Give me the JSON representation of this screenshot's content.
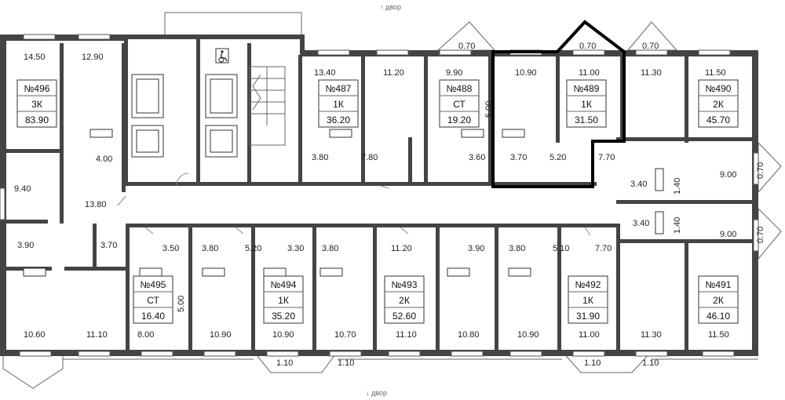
{
  "compass": {
    "top": "↑ двор",
    "bottom": "↓ двор"
  },
  "selected_apartment": "№489",
  "apartments": [
    {
      "number": "№496",
      "type": "3К",
      "area": "83.90"
    },
    {
      "number": "№487",
      "type": "1К",
      "area": "36.20"
    },
    {
      "number": "№488",
      "type": "СТ",
      "area": "19.20"
    },
    {
      "number": "№489",
      "type": "1К",
      "area": "31.50"
    },
    {
      "number": "№490",
      "type": "2К",
      "area": "45.70"
    },
    {
      "number": "№495",
      "type": "СТ",
      "area": "16.40"
    },
    {
      "number": "№494",
      "type": "1К",
      "area": "35.20"
    },
    {
      "number": "№493",
      "type": "2К",
      "area": "52.60"
    },
    {
      "number": "№492",
      "type": "1К",
      "area": "31.90"
    },
    {
      "number": "№491",
      "type": "2К",
      "area": "46.10"
    }
  ],
  "room_areas": [
    "14.50",
    "12.90",
    "4.00",
    "9.40",
    "13.80",
    "3.90",
    "3.70",
    "10.60",
    "11.10",
    "13.40",
    "11.20",
    "3.80",
    "7.80",
    "9.90",
    "3.60",
    "0.70",
    "10.90",
    "3.70",
    "5.00",
    "0.70",
    "11.00",
    "5.20",
    "7.70",
    "0.70",
    "11.30",
    "11.50",
    "3.40",
    "1.40",
    "9.00",
    "0.70",
    "3.40",
    "1.40",
    "9.00",
    "0.70",
    "3.50",
    "3.80",
    "5.20",
    "3.30",
    "3.80",
    "11.20",
    "3.90",
    "3.80",
    "5.10",
    "7.70",
    "5.00",
    "8.00",
    "10.90",
    "10.90",
    "10.70",
    "11.10",
    "10.80",
    "10.90",
    "11.00",
    "11.30",
    "11.50",
    "1.10",
    "1.10",
    "1.10",
    "1.10"
  ],
  "icons": {
    "accessibility": "wheelchair-icon",
    "stairs": "stairs-icon"
  },
  "colors": {
    "walls": "#444444",
    "selection": "#000000"
  }
}
